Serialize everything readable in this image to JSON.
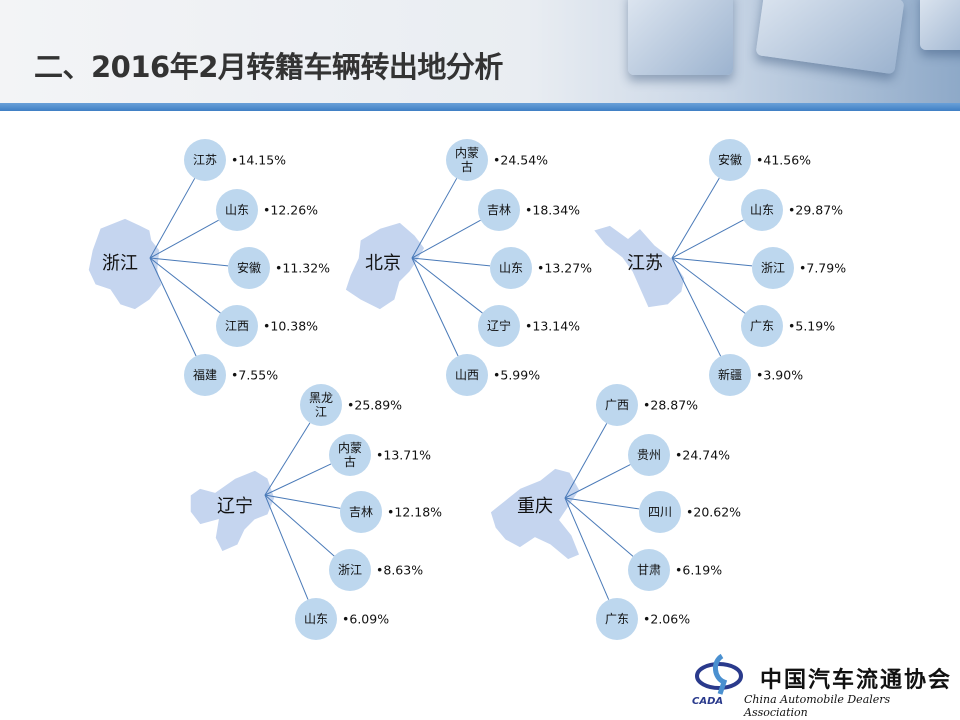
{
  "title": "二、2016年2月转籍车辆转出地分析",
  "groups": [
    {
      "province": "浙江",
      "destinations": [
        {
          "name": "江苏",
          "pct": "•14.15%"
        },
        {
          "name": "山东",
          "pct": "•12.26%"
        },
        {
          "name": "安徽",
          "pct": "•11.32%"
        },
        {
          "name": "江西",
          "pct": "•10.38%"
        },
        {
          "name": "福建",
          "pct": "•7.55%"
        }
      ]
    },
    {
      "province": "北京",
      "destinations": [
        {
          "name": "内蒙古",
          "pct": "•24.54%"
        },
        {
          "name": "吉林",
          "pct": "•18.34%"
        },
        {
          "name": "山东",
          "pct": "•13.27%"
        },
        {
          "name": "辽宁",
          "pct": "•13.14%"
        },
        {
          "name": "山西",
          "pct": "•5.99%"
        }
      ]
    },
    {
      "province": "江苏",
      "destinations": [
        {
          "name": "安徽",
          "pct": "•41.56%"
        },
        {
          "name": "山东",
          "pct": "•29.87%"
        },
        {
          "name": "浙江",
          "pct": "•7.79%"
        },
        {
          "name": "广东",
          "pct": "•5.19%"
        },
        {
          "name": "新疆",
          "pct": "•3.90%"
        }
      ]
    },
    {
      "province": "辽宁",
      "destinations": [
        {
          "name": "黑龙江",
          "pct": "•25.89%"
        },
        {
          "name": "内蒙古",
          "pct": "•13.71%"
        },
        {
          "name": "吉林",
          "pct": "•12.18%"
        },
        {
          "name": "浙江",
          "pct": "•8.63%"
        },
        {
          "name": "山东",
          "pct": "•6.09%"
        }
      ]
    },
    {
      "province": "重庆",
      "destinations": [
        {
          "name": "广西",
          "pct": "•28.87%"
        },
        {
          "name": "贵州",
          "pct": "•24.74%"
        },
        {
          "name": "四川",
          "pct": "•20.62%"
        },
        {
          "name": "甘肃",
          "pct": "•6.19%"
        },
        {
          "name": "广东",
          "pct": "•2.06%"
        }
      ]
    }
  ],
  "logo": {
    "cn": "中国汽车流通协会",
    "en": "China Automobile Dealers Association",
    "abbr": "CADA"
  },
  "colors": {
    "circle": "#bdd7ee",
    "line": "#4a7ab8",
    "map": "#c5d5ef",
    "rule": "#4a88c8"
  }
}
